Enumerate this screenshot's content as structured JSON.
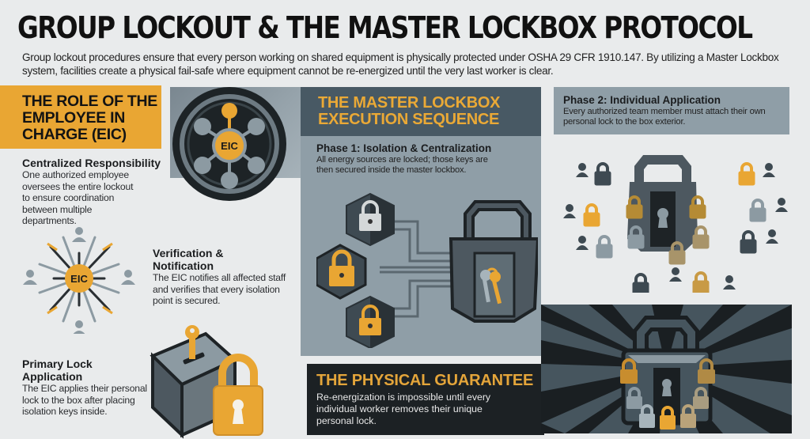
{
  "header": {
    "title": "GROUP LOCKOUT & THE MASTER LOCKBOX PROTOCOL",
    "subtitle": "Group lockout procedures ensure that every person working on shared equipment is physically protected under OSHA 29 CFR 1910.147. By utilizing a Master Lockbox system, facilities create a physical fail-safe where equipment cannot be re-energized until the very last worker is clear."
  },
  "eic_section": {
    "title": "THE ROLE OF THE EMPLOYEE IN CHARGE (EIC)",
    "items": [
      {
        "heading": "Centralized Responsibility",
        "body": "One authorized employee oversees the entire lockout to ensure coordination between multiple departments."
      },
      {
        "heading": "Verification & Notification",
        "body": "The EIC notifies all affected staff and verifies that every isolation point is secured."
      },
      {
        "heading": "Primary Lock Application",
        "body": "The EIC applies their personal lock to the box after placing isolation keys inside."
      }
    ],
    "hub_label": "EIC"
  },
  "sequence": {
    "title": "THE MASTER LOCKBOX EXECUTION SEQUENCE",
    "phases": [
      {
        "heading": "Phase 1: Isolation & Centralization",
        "body": "All energy sources are locked; those keys are then secured inside the master lockbox."
      },
      {
        "heading": "Phase 2: Individual Application",
        "body": "Every authorized team member must attach their own personal lock to the box exterior."
      }
    ]
  },
  "guarantee": {
    "title": "THE PHYSICAL GUARANTEE",
    "body": "Re-energization is impossible until every individual worker removes their unique personal lock."
  },
  "colors": {
    "accent": "#e9a633",
    "panel": "#8f9ea7",
    "panel_dark": "#485964",
    "dark": "#1c2124",
    "background": "#e9ebec"
  }
}
